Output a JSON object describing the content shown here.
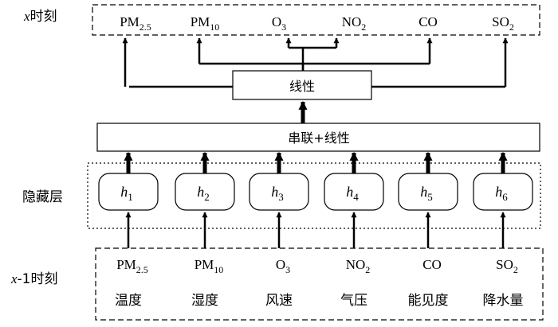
{
  "labels": {
    "output_row": "x时刻",
    "hidden_layer": "隐藏层",
    "input_row": "x-1时刻"
  },
  "outputs": [
    {
      "base": "PM",
      "sub": "2.5"
    },
    {
      "base": "PM",
      "sub": "10"
    },
    {
      "base": "O",
      "sub": "3"
    },
    {
      "base": "NO",
      "sub": "2"
    },
    {
      "base": "CO",
      "sub": ""
    },
    {
      "base": "SO",
      "sub": "2"
    }
  ],
  "linear_box": "线性",
  "concat_box": "串联+线性",
  "hidden_units": [
    {
      "base": "h",
      "sub": "1"
    },
    {
      "base": "h",
      "sub": "2"
    },
    {
      "base": "h",
      "sub": "3"
    },
    {
      "base": "h",
      "sub": "4"
    },
    {
      "base": "h",
      "sub": "5"
    },
    {
      "base": "h",
      "sub": "6"
    }
  ],
  "inputs_top": [
    {
      "base": "PM",
      "sub": "2.5"
    },
    {
      "base": "PM",
      "sub": "10"
    },
    {
      "base": "O",
      "sub": "3"
    },
    {
      "base": "NO",
      "sub": "2"
    },
    {
      "base": "CO",
      "sub": ""
    },
    {
      "base": "SO",
      "sub": "2"
    }
  ],
  "inputs_bottom": [
    "温度",
    "湿度",
    "风速",
    "气压",
    "能见度",
    "降水量"
  ]
}
